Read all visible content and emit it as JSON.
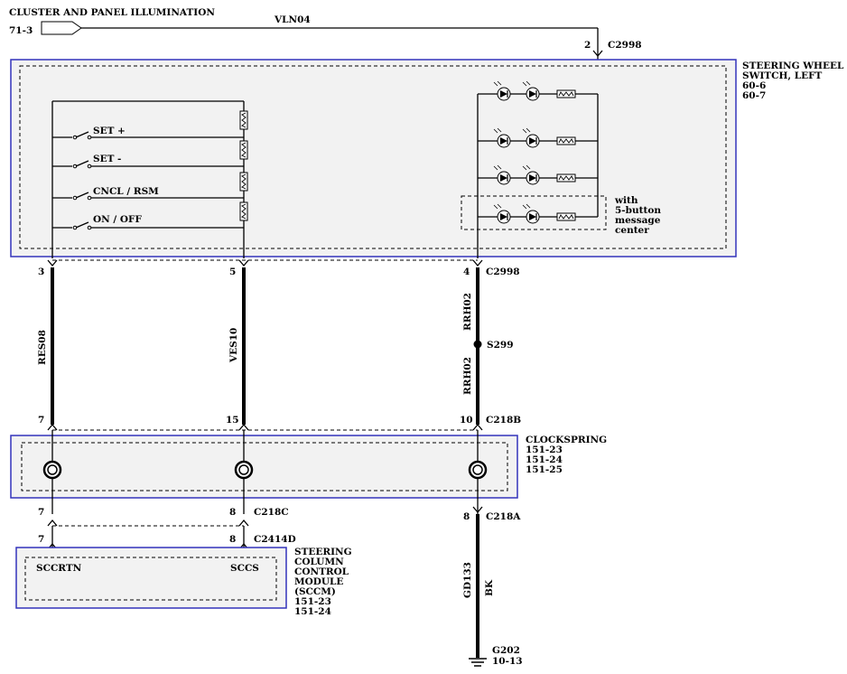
{
  "header": {
    "title": "CLUSTER AND PANEL ILLUMINATION",
    "ref": "71-3"
  },
  "wires": {
    "top": "VLN04",
    "res": "RES08",
    "ves": "VES10",
    "rrh_upper": "RRH02",
    "rrh_lower": "RRH02",
    "gd": "GD133",
    "gd_color": "BK"
  },
  "connectors": {
    "c2998_top_pin": "2",
    "c2998_top": "C2998",
    "c2998_bottom": "C2998",
    "pin3": "3",
    "pin5": "5",
    "pin4": "4",
    "splice": "S299",
    "pin7a": "7",
    "pin15": "15",
    "pin10": "10",
    "c218b": "C218B",
    "pin7b": "7",
    "pin8a": "8",
    "c218c": "C218C",
    "pin8b": "8",
    "c218a": "C218A",
    "pin7c": "7",
    "pin8c": "8",
    "c2414d": "C2414D",
    "ground": "G202",
    "ground_ref": "10-13"
  },
  "steering_wheel": {
    "title1": "STEERING WHEEL",
    "title2": "SWITCH, LEFT",
    "ref1": "60-6",
    "ref2": "60-7"
  },
  "switches": {
    "set_plus": "SET +",
    "set_minus": "SET -",
    "cncl": "CNCL / RSM",
    "onoff": "ON / OFF"
  },
  "message_center": {
    "l1": "with",
    "l2": "5-button",
    "l3": "message",
    "l4": "center"
  },
  "clockspring": {
    "title": "CLOCKSPRING",
    "r1": "151-23",
    "r2": "151-24",
    "r3": "151-25"
  },
  "sccm": {
    "l1": "STEERING",
    "l2": "COLUMN",
    "l3": "CONTROL",
    "l4": "MODULE",
    "l5": "(SCCM)",
    "r1": "151-23",
    "r2": "151-24",
    "pin_left": "SCCRTN",
    "pin_right": "SCCS"
  }
}
